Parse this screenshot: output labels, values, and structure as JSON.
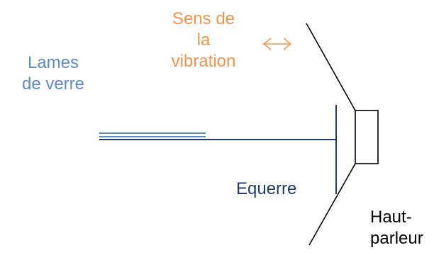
{
  "labels": {
    "vibration_line1": "Sens de",
    "vibration_line2": "la",
    "vibration_line3": "vibration",
    "glass_line1": "Lames",
    "glass_line2": "de verre",
    "square": "Equerre",
    "speaker_line1": "Haut-",
    "speaker_line2": "parleur"
  },
  "colors": {
    "vibration": "#F0964E",
    "glass": "#5B8BC9",
    "square": "#1F3A6E",
    "speaker": "#000000",
    "lines": "#000000",
    "square_lines": "#1F3A6E"
  },
  "icons": {
    "vibration_arrow": "double-arrow-horizontal"
  }
}
